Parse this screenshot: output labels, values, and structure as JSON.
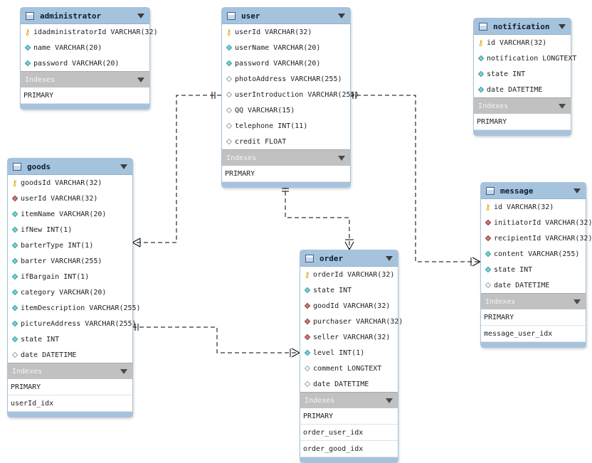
{
  "indexes_label": "Indexes",
  "tables": {
    "administrator": {
      "name": "administrator",
      "columns": [
        {
          "text": "idadministratorId VARCHAR(32)",
          "icon": "primary-key-icon"
        },
        {
          "text": "name VARCHAR(20)",
          "icon": "not-null-diamond-icon"
        },
        {
          "text": "password VARCHAR(20)",
          "icon": "not-null-diamond-icon"
        }
      ],
      "indexes": [
        "PRIMARY"
      ]
    },
    "user": {
      "name": "user",
      "columns": [
        {
          "text": "userId VARCHAR(32)",
          "icon": "primary-key-icon"
        },
        {
          "text": "userName VARCHAR(20)",
          "icon": "not-null-diamond-icon"
        },
        {
          "text": "password VARCHAR(20)",
          "icon": "not-null-diamond-icon"
        },
        {
          "text": "photoAddress VARCHAR(255)",
          "icon": "nullable-diamond-icon"
        },
        {
          "text": "userIntroduction VARCHAR(255)",
          "icon": "nullable-diamond-icon"
        },
        {
          "text": "QQ VARCHAR(15)",
          "icon": "nullable-diamond-icon"
        },
        {
          "text": "telephone INT(11)",
          "icon": "nullable-diamond-icon"
        },
        {
          "text": "credit FLOAT",
          "icon": "nullable-diamond-icon"
        }
      ],
      "indexes": [
        "PRIMARY"
      ]
    },
    "notification": {
      "name": "notification",
      "columns": [
        {
          "text": "id VARCHAR(32)",
          "icon": "primary-key-icon"
        },
        {
          "text": "notification LONGTEXT",
          "icon": "not-null-diamond-icon"
        },
        {
          "text": "state INT",
          "icon": "not-null-diamond-icon"
        },
        {
          "text": "date DATETIME",
          "icon": "not-null-diamond-icon"
        }
      ],
      "indexes": [
        "PRIMARY"
      ]
    },
    "goods": {
      "name": "goods",
      "columns": [
        {
          "text": "goodsId VARCHAR(32)",
          "icon": "primary-key-icon"
        },
        {
          "text": "userId VARCHAR(32)",
          "icon": "foreign-key-diamond-icon"
        },
        {
          "text": "itemName VARCHAR(20)",
          "icon": "not-null-diamond-icon"
        },
        {
          "text": "ifNew INT(1)",
          "icon": "not-null-diamond-icon"
        },
        {
          "text": "barterType INT(1)",
          "icon": "not-null-diamond-icon"
        },
        {
          "text": "barter VARCHAR(255)",
          "icon": "not-null-diamond-icon"
        },
        {
          "text": "ifBargain INT(1)",
          "icon": "not-null-diamond-icon"
        },
        {
          "text": "category VARCHAR(20)",
          "icon": "not-null-diamond-icon"
        },
        {
          "text": "itemDescription VARCHAR(255)",
          "icon": "not-null-diamond-icon"
        },
        {
          "text": "pictureAddress VARCHAR(255)",
          "icon": "not-null-diamond-icon"
        },
        {
          "text": "state INT",
          "icon": "not-null-diamond-icon"
        },
        {
          "text": "date DATETIME",
          "icon": "nullable-diamond-icon"
        }
      ],
      "indexes": [
        "PRIMARY",
        "userId_idx"
      ]
    },
    "order": {
      "name": "order",
      "columns": [
        {
          "text": "orderId VARCHAR(32)",
          "icon": "primary-key-icon"
        },
        {
          "text": "state INT",
          "icon": "not-null-diamond-icon"
        },
        {
          "text": "goodId VARCHAR(32)",
          "icon": "foreign-key-diamond-icon"
        },
        {
          "text": "purchaser VARCHAR(32)",
          "icon": "foreign-key-diamond-icon"
        },
        {
          "text": "seller VARCHAR(32)",
          "icon": "foreign-key-diamond-icon"
        },
        {
          "text": "level INT(1)",
          "icon": "not-null-diamond-icon"
        },
        {
          "text": "comment LONGTEXT",
          "icon": "nullable-diamond-icon"
        },
        {
          "text": "date DATETIME",
          "icon": "nullable-diamond-icon"
        }
      ],
      "indexes": [
        "PRIMARY",
        "order_user_idx",
        "order_good_idx"
      ]
    },
    "message": {
      "name": "message",
      "columns": [
        {
          "text": "id VARCHAR(32)",
          "icon": "primary-key-icon"
        },
        {
          "text": "initiatorId VARCHAR(32)",
          "icon": "foreign-key-diamond-icon"
        },
        {
          "text": "recipientId VARCHAR(32)",
          "icon": "foreign-key-diamond-icon"
        },
        {
          "text": "content VARCHAR(255)",
          "icon": "not-null-diamond-icon"
        },
        {
          "text": "state INT",
          "icon": "not-null-diamond-icon"
        },
        {
          "text": "date DATETIME",
          "icon": "nullable-diamond-icon"
        }
      ],
      "indexes": [
        "PRIMARY",
        "message_user_idx"
      ]
    }
  },
  "relationships": [
    {
      "from": "user",
      "to": "goods",
      "type": "one-to-many"
    },
    {
      "from": "user",
      "to": "order",
      "type": "one-to-many"
    },
    {
      "from": "user",
      "to": "message",
      "type": "one-to-many"
    },
    {
      "from": "goods",
      "to": "order",
      "type": "one-to-many"
    }
  ],
  "colors": {
    "header": "#a6c3de",
    "indexes_header": "#c1c1c1",
    "primary_key": "#d8a400",
    "foreign_key": "#c97b7b",
    "not_null": "#79d2d6",
    "connector": "#000000"
  }
}
